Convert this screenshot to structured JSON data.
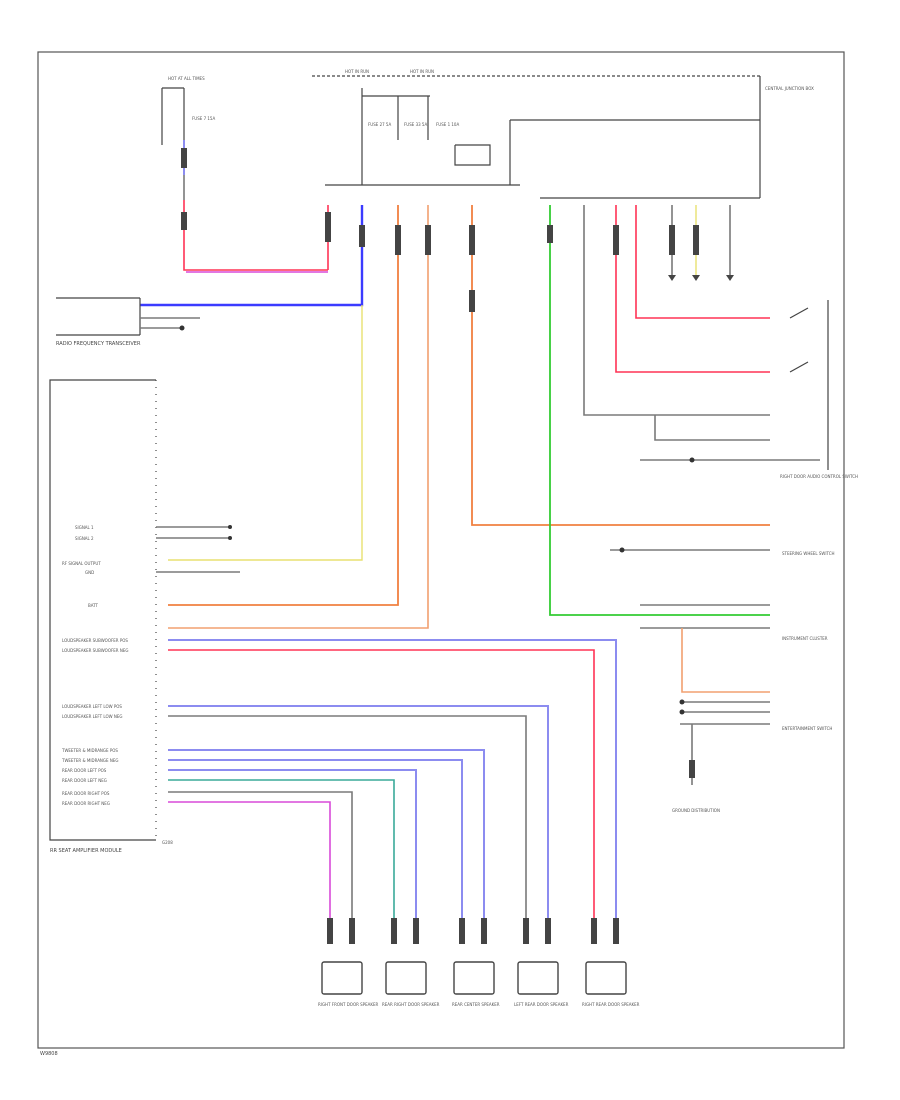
{
  "diagram": {
    "page_tag": "W9808",
    "module_name": "RR SEAT AMPLIFIER MODULE",
    "ground_label": "G208",
    "top_labels": [
      "HOT AT ALL TIMES",
      "HOT IN RUN",
      "HOT IN RUN",
      "CENTRAL JUNCTION BOX"
    ],
    "fuse_labels": [
      "FUSE 7 15A",
      "FUSE 27 5A",
      "FUSE 33 5A",
      "FUSE 1 10A"
    ],
    "left_module": "RADIO FREQUENCY TRANSCEIVER",
    "left_pins": [
      "LOUDSPEAKER SUBWOOFER POS",
      "LOUDSPEAKER SUBWOOFER NEG",
      "LOUDSPEAKER LEFT LOW POS",
      "LOUDSPEAKER LEFT LOW NEG",
      "TWEETER & MIDRANGE POS",
      "TWEETER & MIDRANGE NEG",
      "REAR DOOR LEFT POS",
      "REAR DOOR LEFT NEG",
      "REAR DOOR RIGHT POS",
      "REAR DOOR RIGHT NEG"
    ],
    "upper_pins": [
      "SIGNAL 1",
      "SIGNAL 2",
      "RF SIGNAL OUTPUT",
      "GND",
      "BATT"
    ],
    "right_modules": [
      "RIGHT DOOR AUDIO CONTROL SWITCH",
      "STEERING WHEEL SWITCH",
      "INSTRUMENT CLUSTER",
      "ENTERTAINMENT SWITCH",
      "GROUND DISTRIBUTION"
    ],
    "speakers": [
      "RIGHT FRONT DOOR SPEAKER",
      "REAR RIGHT DOOR SPEAKER",
      "REAR CENTER SPEAKER",
      "LEFT REAR DOOR SPEAKER",
      "RIGHT REAR DOOR SPEAKER"
    ],
    "wire_colors": {
      "gray": "#7a7a7a",
      "blue": "#3b3bff",
      "light_blue": "#8c8cf0",
      "red": "#ff3355",
      "pink": "#d94ad9",
      "orange": "#f08040",
      "green": "#33cc33",
      "yellow": "#e8e070",
      "teal": "#3aaa99"
    }
  }
}
